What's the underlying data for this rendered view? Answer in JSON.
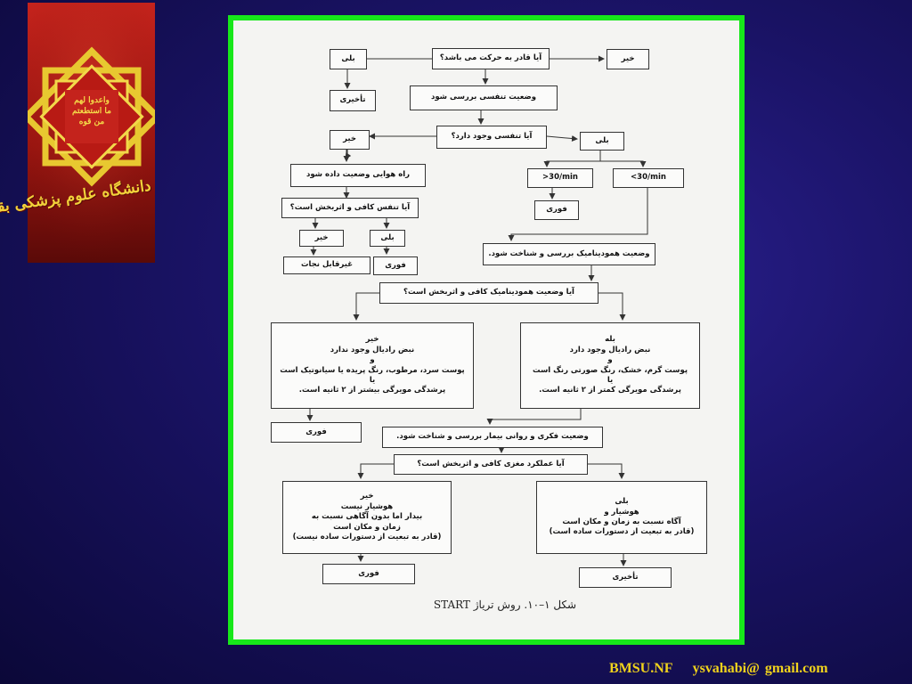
{
  "branding": {
    "logo_text": "دانشگاه علوم پزشکی بقیةالله",
    "emblem_text": [
      "واعدوا لهم",
      "ما استطعتم",
      "من قوه"
    ]
  },
  "flowchart": {
    "nodes": {
      "can_walk": "آیا قادر به حرکت می باشد؟",
      "walk_yes": "بلی",
      "walk_no": "خیر",
      "delayed_top": "تأخیری",
      "check_breathing": "وضعیت تنفسی بررسی شود",
      "breathing_q": "آیا تنفسی وجود دارد؟",
      "breath_no": "خیر",
      "breath_yes": "بلی",
      "open_airway": "راه هوایی وضعیت داده شود",
      "rate_over": ">30/min",
      "rate_under": "<30/min",
      "immediate_rate": "فوری",
      "adequate_breath_q": "آیا تنفس کافی و اثربخش است؟",
      "adequate_no": "خیر",
      "adequate_yes": "بلی",
      "unsalvageable": "غیرقابل نجات",
      "immediate_airway": "فوری",
      "assess_hemo": "وضعیت همودینامیک بررسی و شناخت شود.",
      "hemo_q": "آیا وضعیت همودینامیک کافی و اثربخش است؟",
      "hemo_no": [
        "خیر",
        "نبض رادیال وجود ندارد",
        "و",
        "پوست سرد، مرطوب، رنگ پریده یا سیانوتیک است",
        "یا",
        "پرشدگی مویرگی بیشتر از ۲ ثانیه است."
      ],
      "hemo_yes": [
        "بله",
        "نبض رادیال وجود دارد",
        "و",
        "پوست گرم، خشک، رنگ صورتی رنگ است",
        "یا",
        "پرشدگی مویرگی کمتر از ۲ ثانیه است."
      ],
      "immediate_hemo": "فوری",
      "assess_mental": "وضعیت فکری و روانی بیمار بررسی و شناخت شود.",
      "mental_q": "آیا عملکرد مغزی کافی و اثربخش است؟",
      "mental_no": [
        "خیر",
        "هوشیار نیست",
        "بیدار اما بدون آگاهی نسبت به",
        "زمان و مکان است",
        "(قادر به تبعیت از دستورات ساده نیست)"
      ],
      "mental_yes": [
        "بلی",
        "هوشیار و",
        "آگاه نسبت به زمان و مکان است",
        "(قادر به تبعیت از دستورات ساده است)"
      ],
      "immediate_mental": "فوری",
      "delayed_bottom": "تأخیری"
    },
    "caption": "شکل ۱–۱۰. روش تریاژ START"
  },
  "footer": {
    "org": "BMSU.NF",
    "email": "ysvahabi@ gmail.com"
  },
  "colors": {
    "frame_green": "#17e81a",
    "footer_yellow": "#f0d21c",
    "logo_red": "#c4231c",
    "background_blue": "#1a1366"
  }
}
